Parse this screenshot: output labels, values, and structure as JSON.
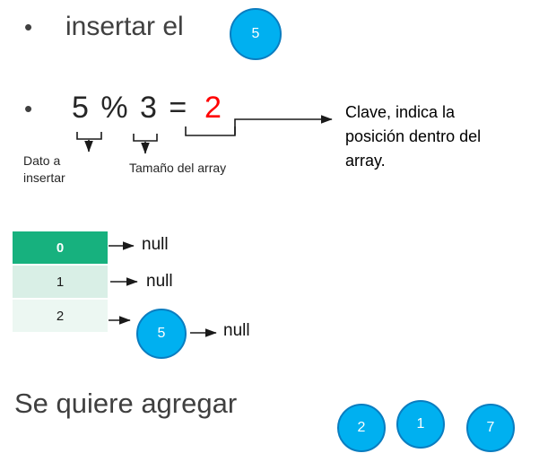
{
  "bullet1": {
    "bullet": "•",
    "text": "insertar el",
    "circle_value": "5"
  },
  "bullet2": {
    "bullet": "•",
    "expression": "5 % 3 =",
    "result": "2"
  },
  "annotations": {
    "dato_label": "Dato a insertar",
    "tamano_label": "Tamaño del array",
    "clave_label": "Clave, indica la posición dentro del array."
  },
  "hash_table": {
    "rows": [
      {
        "index": "0",
        "value": "null"
      },
      {
        "index": "1",
        "value": "null"
      },
      {
        "index": "2",
        "value": "null",
        "circle_value": "5"
      }
    ]
  },
  "footer": {
    "text": "Se quiere agregar",
    "pending_values": [
      "2",
      "1",
      "7"
    ]
  },
  "colors": {
    "circle_fill": "#00b0f0",
    "circle_border": "#0a7dc0",
    "result_red": "#ff0000",
    "row0_bg": "#17b17e",
    "row1_bg": "#d9efe6",
    "row2_bg": "#ecf7f2",
    "arrow_stroke": "#1a1a1a",
    "text_dark": "#404040"
  }
}
